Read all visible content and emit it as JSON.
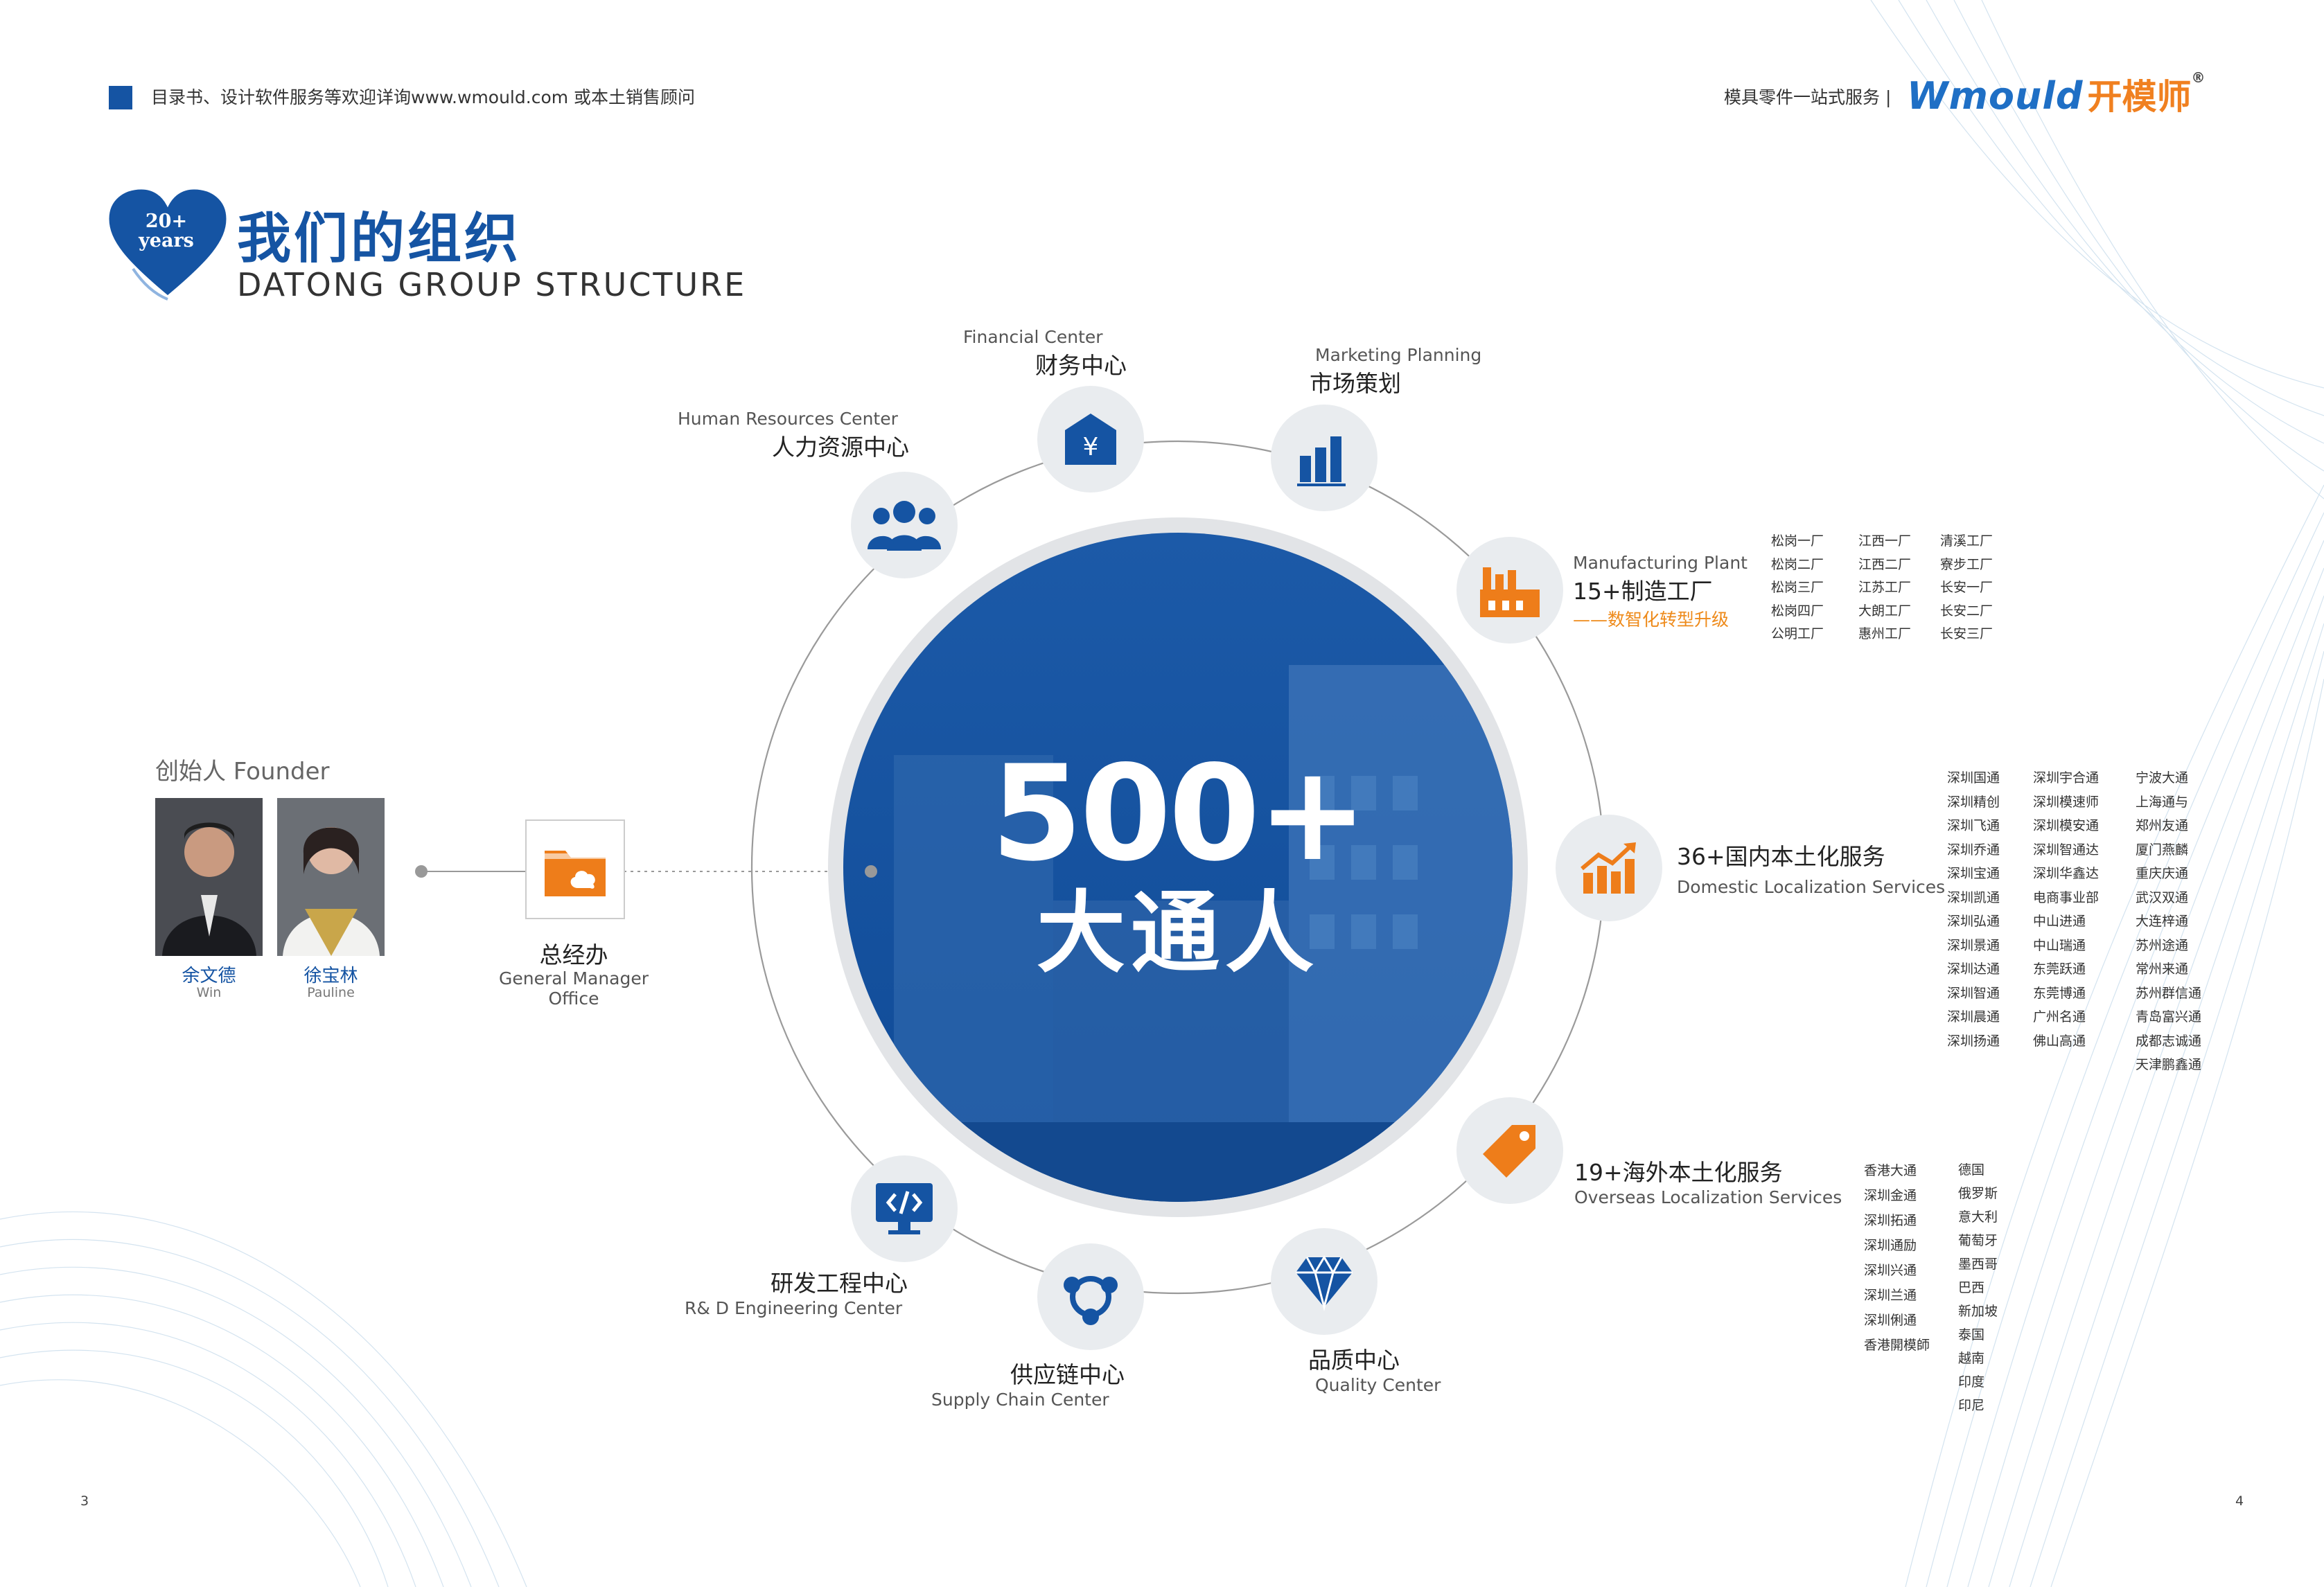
{
  "header": {
    "left_text": "目录书、设计软件服务等欢迎详询www.wmould.com 或本土销售顾问",
    "right_text": "模具零件一站式服务 |",
    "logo_wordmark": "Wmould",
    "logo_cn": "开模师",
    "logo_mark": "®"
  },
  "badge": {
    "line1": "20+",
    "line2": "years"
  },
  "title": {
    "cn": "我们的组织",
    "en": "DATONG GROUP STRUCTURE"
  },
  "center": {
    "number": "500+",
    "label": "大通人"
  },
  "founder": {
    "label": "创始人 Founder",
    "people": [
      {
        "name_cn": "余文德",
        "name_en": "Win"
      },
      {
        "name_cn": "徐宝林",
        "name_en": "Pauline"
      }
    ]
  },
  "gm_office": {
    "cn": "总经办",
    "en": "General Manager Office"
  },
  "departments": {
    "financial": {
      "en": "Financial Center",
      "cn": "财务中心"
    },
    "marketing": {
      "en": "Marketing Planning",
      "cn": "市场策划"
    },
    "hr": {
      "en": "Human Resources Center",
      "cn": "人力资源中心"
    },
    "manufacturing": {
      "en": "Manufacturing Plant",
      "cn": "15+制造工厂",
      "tag": "——数智化转型升级"
    },
    "domestic": {
      "cn": "36+国内本土化服务",
      "en": "Domestic Localization Services"
    },
    "overseas": {
      "cn": "19+海外本土化服务",
      "en": "Overseas Localization Services"
    },
    "rd": {
      "cn": "研发工程中心",
      "en": "R& D Engineering Center"
    },
    "supply": {
      "cn": "供应链中心",
      "en": "Supply Chain Center"
    },
    "quality": {
      "cn": "品质中心",
      "en": "Quality Center"
    }
  },
  "factories": [
    [
      "松岗一厂",
      "松岗二厂",
      "松岗三厂",
      "松岗四厂",
      "公明工厂"
    ],
    [
      "江西一厂",
      "江西二厂",
      "江苏工厂",
      "大朗工厂",
      "惠州工厂"
    ],
    [
      "清溪工厂",
      "寮步工厂",
      "长安一厂",
      "长安二厂",
      "长安三厂"
    ]
  ],
  "domestic_list": [
    [
      "深圳国通",
      "深圳精创",
      "深圳飞通",
      "深圳乔通",
      "深圳宝通",
      "深圳凯通",
      "深圳弘通",
      "深圳景通",
      "深圳达通",
      "深圳智通",
      "深圳晨通",
      "深圳扬通"
    ],
    [
      "深圳宇合通",
      "深圳模速师",
      "深圳模安通",
      "深圳智通达",
      "深圳华鑫达",
      "电商事业部",
      "中山进通",
      "中山瑞通",
      "东莞跃通",
      "东莞博通",
      "广州名通",
      "佛山高通"
    ],
    [
      "宁波大通",
      "上海通与",
      "郑州友通",
      "厦门燕麟",
      "重庆庆通",
      "武汉双通",
      "大连梓通",
      "苏州途通",
      "常州来通",
      "苏州群信通",
      "青岛富兴通",
      "成都志诚通",
      "天津鹏鑫通"
    ]
  ],
  "overseas_list": [
    [
      "香港大通",
      "深圳金通",
      "深圳拓通",
      "深圳通励",
      "深圳兴通",
      "深圳兰通",
      "深圳俐通",
      "香港開模師"
    ],
    [
      "德国",
      "俄罗斯",
      "意大利",
      "葡萄牙",
      "墨西哥",
      "巴西",
      "新加坡",
      "泰国",
      "越南",
      "印度",
      "印尼"
    ]
  ],
  "pages": {
    "left": "3",
    "right": "4"
  },
  "colors": {
    "brand_blue": "#1554a3",
    "accent_orange": "#ee7d1a",
    "icon_circle": "#e9ecef"
  }
}
